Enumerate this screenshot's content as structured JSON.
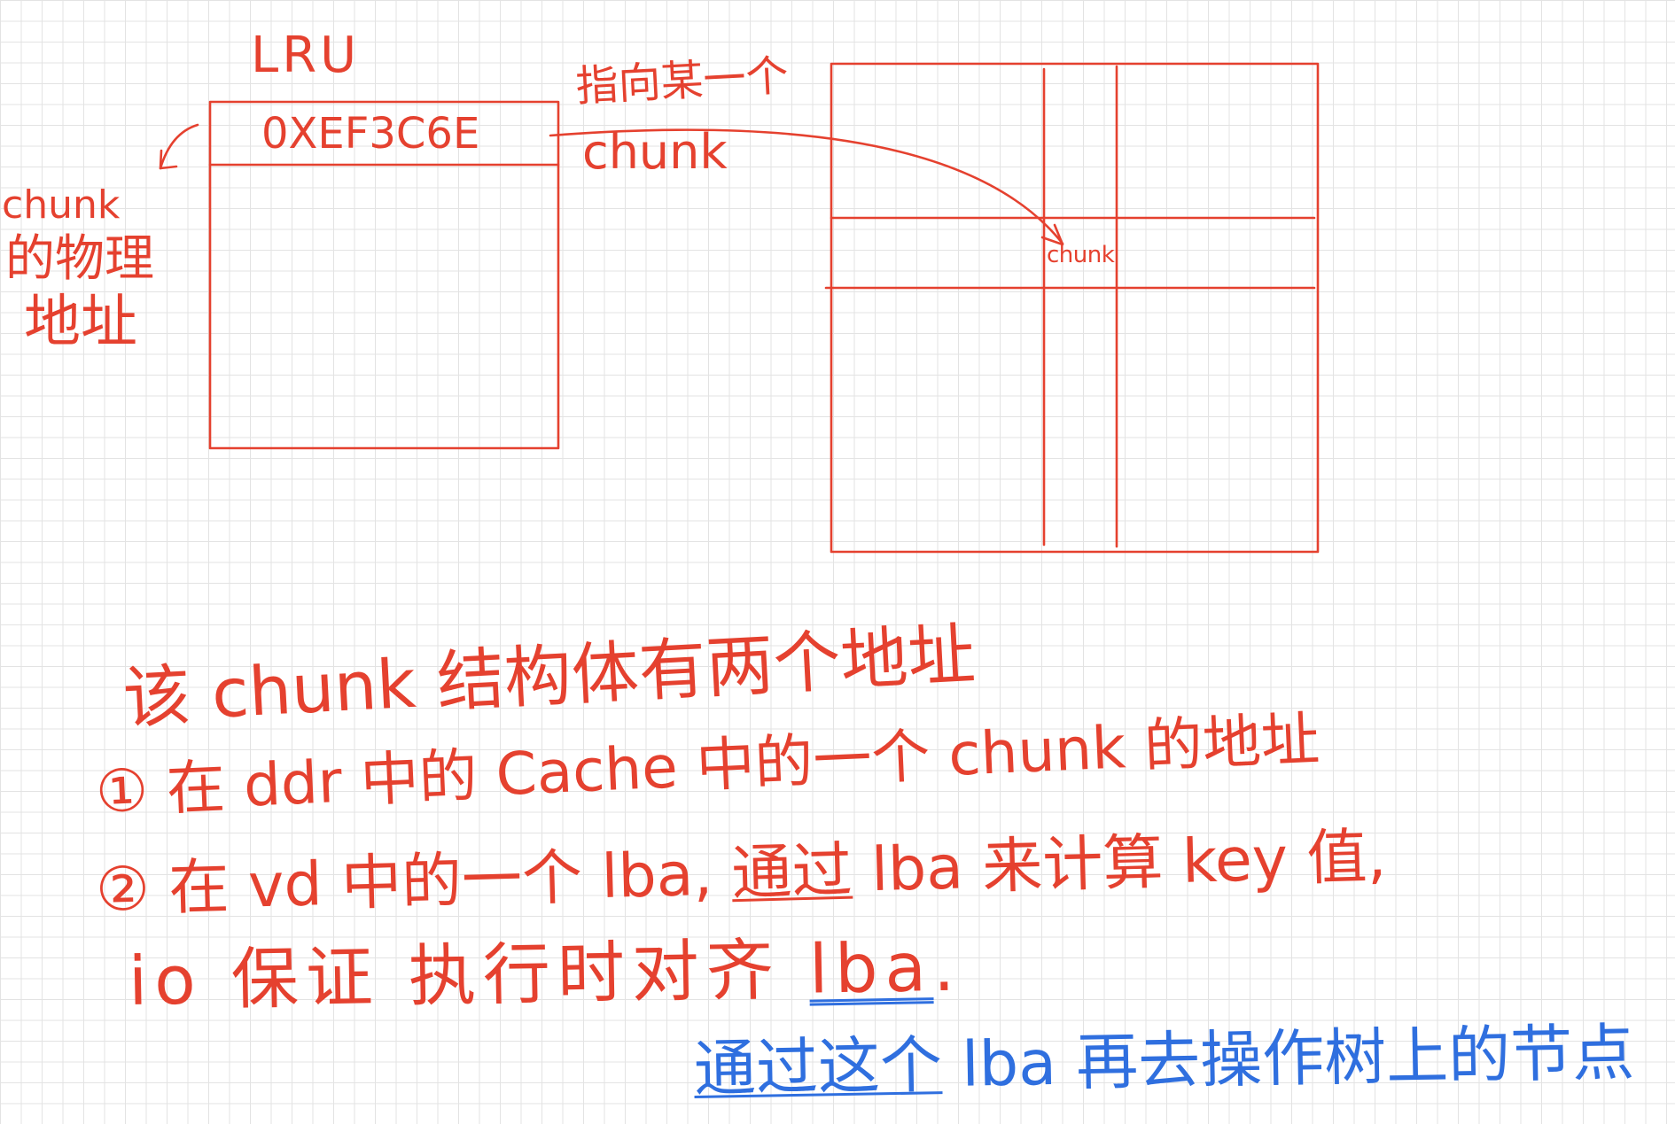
{
  "colors": {
    "paper": "#ffffff",
    "grid_line": "#e3e3e3",
    "ink_red": "#e5412f",
    "ink_blue": "#2f6fdf"
  },
  "lru": {
    "label": "LRU",
    "entry": "0XEF3C6E"
  },
  "left_note": {
    "line1": "chunk",
    "line2": "的物理",
    "line3": "地址"
  },
  "pointer_note": {
    "line1": "指向某一个",
    "line2": "chunk"
  },
  "chunk_grid": {
    "cell_label": "chunk"
  },
  "notes": {
    "heading": "该 chunk 结构体有两个地址",
    "item1": {
      "marker": "①",
      "text": "在 ddr 中的 Cache 中的一个 chunk 的地址"
    },
    "item2": {
      "marker": "②",
      "text": "在 vd 中的一个 lba,",
      "underlined": "通过",
      "text_end": "lba 来计算 key 值,"
    },
    "io": {
      "text": "io 保证 执行时对齐",
      "underlined": "lba",
      "text_end": "."
    },
    "blue_note": {
      "underlined": "通过这个",
      "text_end": "lba 再去操作树上的节点"
    }
  }
}
